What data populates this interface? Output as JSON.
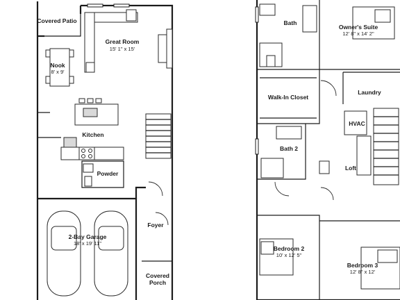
{
  "rooms": {
    "covered_patio": {
      "name": "Covered Patio",
      "dims": ""
    },
    "great_room": {
      "name": "Great Room",
      "dims": "15' 1\" x 15'"
    },
    "nook": {
      "name": "Nook",
      "dims": "8' x 9'"
    },
    "kitchen": {
      "name": "Kitchen",
      "dims": ""
    },
    "powder": {
      "name": "Powder",
      "dims": ""
    },
    "garage": {
      "name": "2-Bay Garage",
      "dims": "18' x 19' 11\""
    },
    "foyer": {
      "name": "Foyer",
      "dims": ""
    },
    "covered_porch": {
      "name": "Covered Porch",
      "dims": ""
    },
    "bath": {
      "name": "Bath",
      "dims": ""
    },
    "owners_suite": {
      "name": "Owner's Suite",
      "dims": "12' 8\" x 14' 2\""
    },
    "walk_in_closet": {
      "name": "Walk-In Closet",
      "dims": ""
    },
    "laundry": {
      "name": "Laundry",
      "dims": ""
    },
    "hvac": {
      "name": "HVAC",
      "dims": ""
    },
    "bath2": {
      "name": "Bath 2",
      "dims": ""
    },
    "loft": {
      "name": "Loft",
      "dims": ""
    },
    "bedroom2": {
      "name": "Bedroom 2",
      "dims": "10' x 12' 5\""
    },
    "bedroom3": {
      "name": "Bedroom 3",
      "dims": "12' 8\" x 12'"
    }
  }
}
